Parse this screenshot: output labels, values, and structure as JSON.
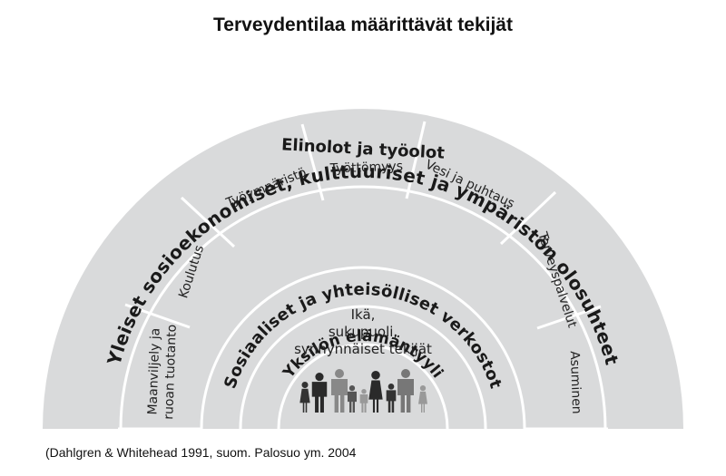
{
  "title": "Terveydentilaa määrittävät tekijät",
  "source": "(Dahlgren & Whitehead 1991, suom. Palosuo ym. 2004",
  "layers": {
    "outer": "Yleiset sosioekonomiset, kulttuuriset ja ympäristön olosuhteet",
    "living": "Elinolot ja työolot",
    "social": "Sosiaaliset ja yhteisölliset verkostot",
    "lifestyle": "Yksilön elämäntyyli"
  },
  "core": [
    "Ikä,",
    "sukupuoli,",
    "synnynnäiset tekijät"
  ],
  "sectors": {
    "agriculture": [
      "Maanviljely ja",
      "ruoan tuotanto"
    ],
    "education": "Koulutus",
    "work_env": "Työympäristö",
    "unemployment": "Työttömyys",
    "water": "Vesi ja puhtaus",
    "health_services": "Terveyspalvelut",
    "housing": "Asuminen"
  },
  "colors": {
    "fill": "#d9dadb",
    "divider": "#ffffff",
    "text": "#1a1a1a",
    "figures": "#444444"
  },
  "icons": [
    "people-icon"
  ]
}
